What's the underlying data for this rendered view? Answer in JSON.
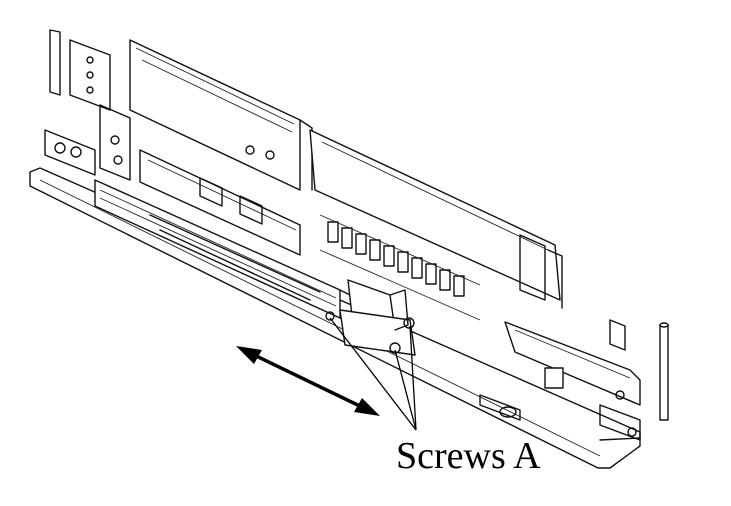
{
  "diagram": {
    "callout": {
      "label": "Screws A",
      "target_count": 3
    },
    "movement_arrow": {
      "direction": "bidirectional"
    },
    "colors": {
      "line": "#111111",
      "background": "#ffffff"
    }
  }
}
